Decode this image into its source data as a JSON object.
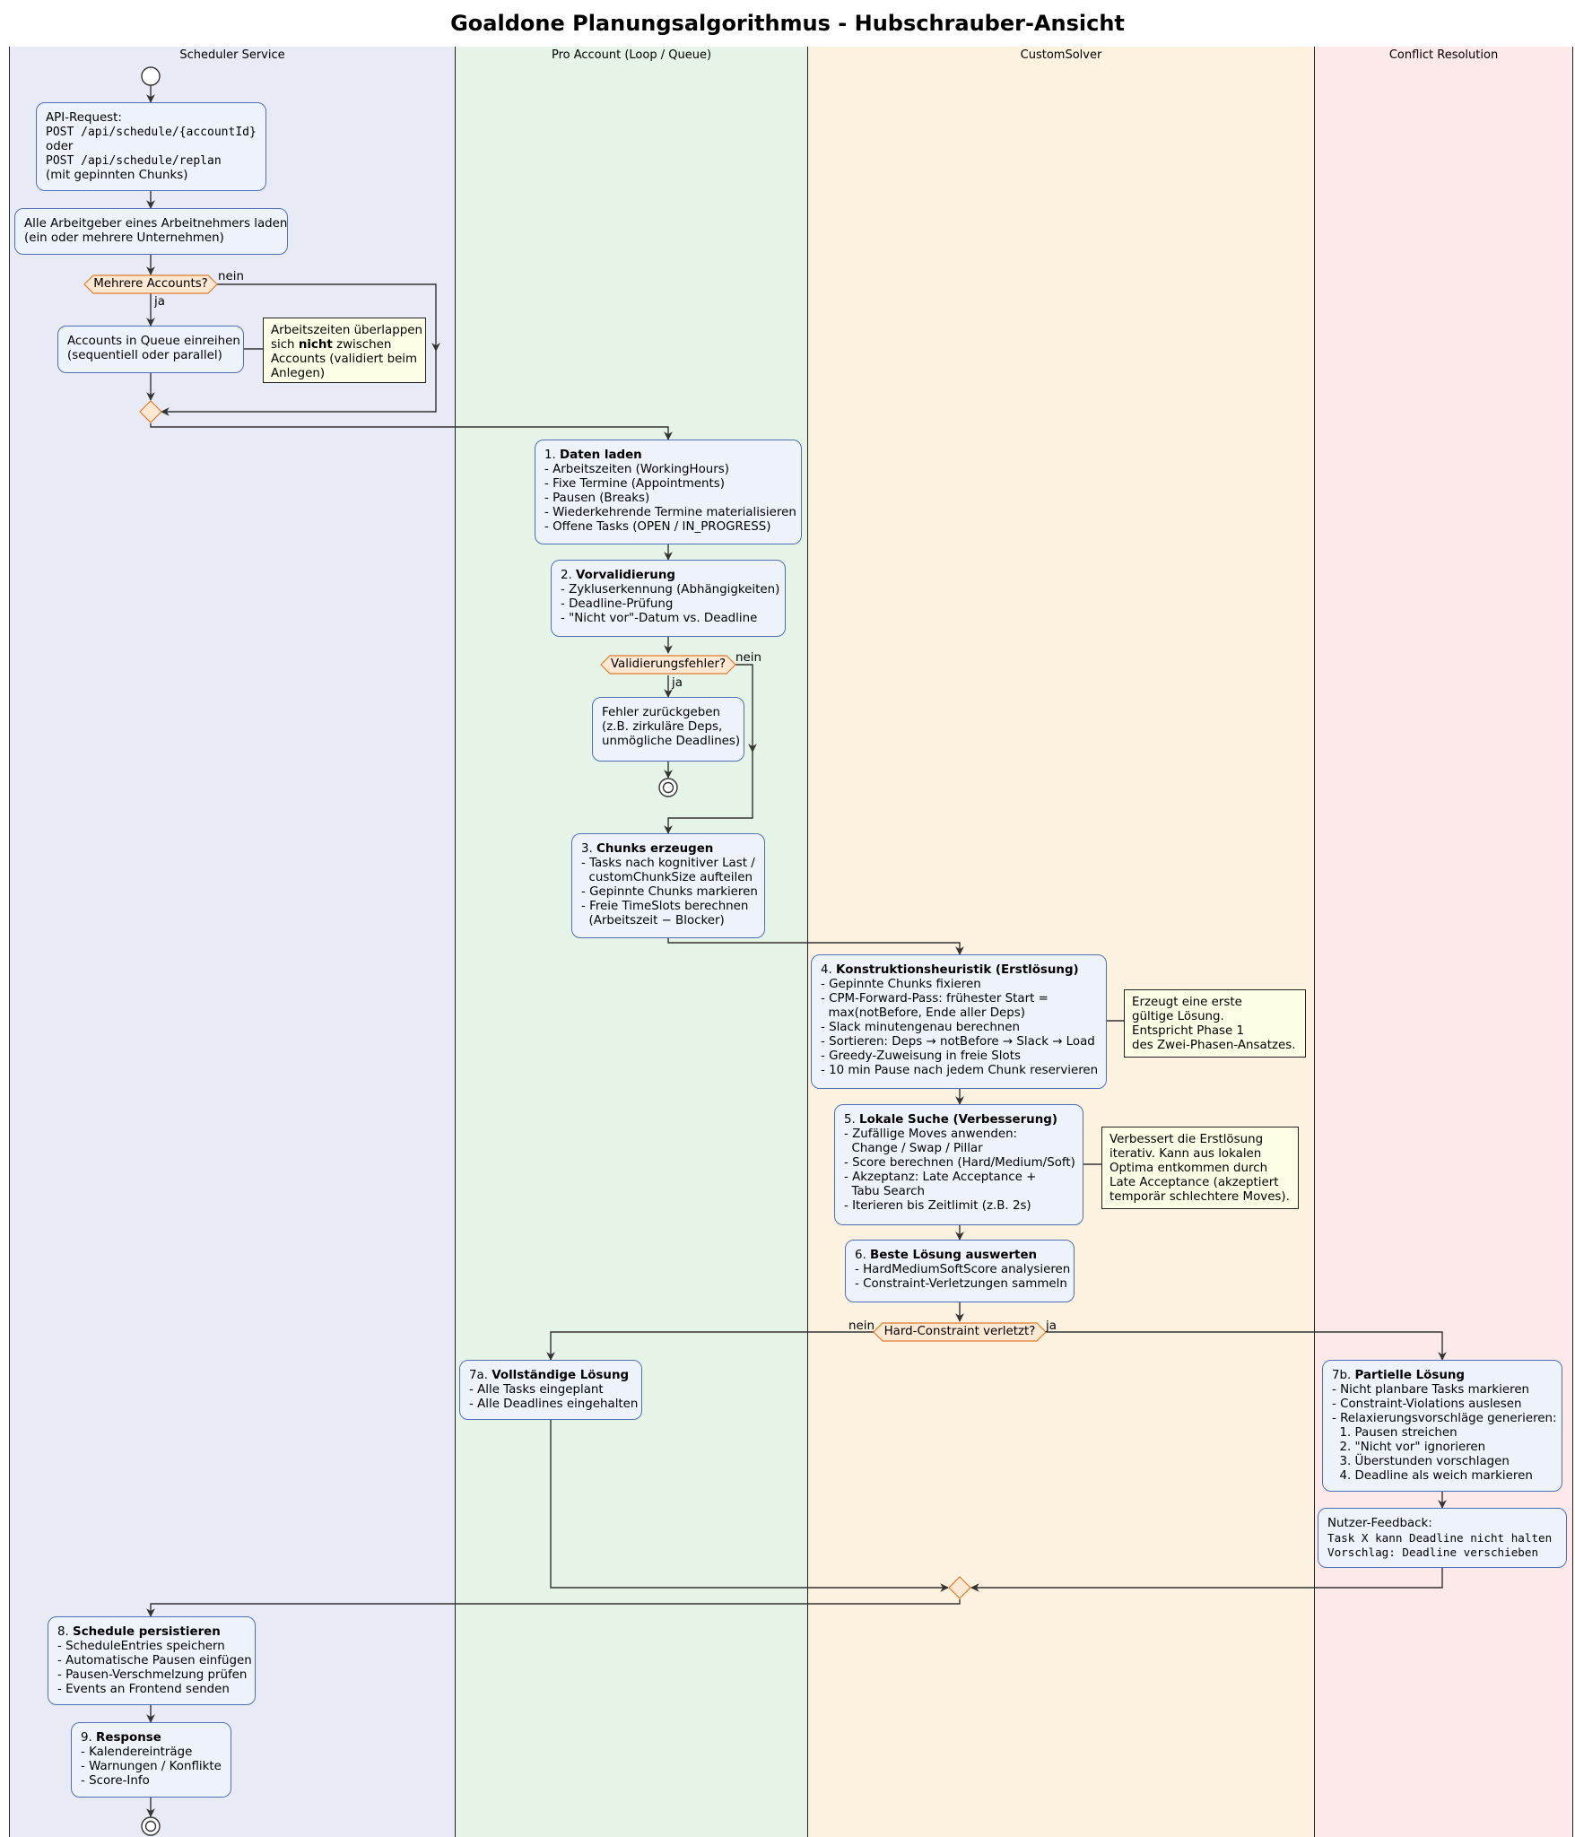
{
  "title": "Goaldone Planungsalgorithmus - Hubschrauber-Ansicht",
  "lanes": [
    {
      "label": "Scheduler Service",
      "color": "#e8eaf6"
    },
    {
      "label": "Pro Account (Loop / Queue)",
      "color": "#e6f4e7"
    },
    {
      "label": "CustomSolver",
      "color": "#fdf1df"
    },
    {
      "label": "Conflict Resolution",
      "color": "#fde8ea"
    }
  ],
  "colors": {
    "box_fill": "#eef3fb",
    "box_border": "#4e6fb8",
    "decision_border": "#e07a2a",
    "note_fill": "#fefee6",
    "line": "#333333"
  },
  "nodes": {
    "api": {
      "lines": [
        "API-Request:",
        "POST /api/schedule/{accountId}",
        "oder",
        "POST /api/schedule/replan",
        "(mit gepinnten Chunks)"
      ]
    },
    "load_employers": {
      "lines": [
        "Alle Arbeitgeber eines Arbeitnehmers laden",
        "(ein oder mehrere Unternehmen)"
      ]
    },
    "dec_accounts": {
      "label": "Mehrere Accounts?"
    },
    "queue": {
      "lines": [
        "Accounts in Queue einreihen",
        "(sequentiell oder parallel)"
      ]
    },
    "note_queue": {
      "line1": "Arbeitszeiten überlappen",
      "line2_pre": "sich ",
      "line2_bold": "nicht",
      "line2_post": " zwischen",
      "line3": "Accounts (validiert beim",
      "line4": "Anlegen)"
    },
    "step1": {
      "num": "1. ",
      "title": "Daten laden",
      "items": [
        "- Arbeitszeiten (WorkingHours)",
        "- Fixe Termine (Appointments)",
        "- Pausen (Breaks)",
        "- Wiederkehrende Termine materialisieren",
        "- Offene Tasks (OPEN / IN_PROGRESS)"
      ]
    },
    "step2": {
      "num": "2. ",
      "title": "Vorvalidierung",
      "items": [
        "- Zykluserkennung (Abhängigkeiten)",
        "- Deadline-Prüfung",
        "- \"Nicht vor\"-Datum vs. Deadline"
      ]
    },
    "dec_validation": {
      "label": "Validierungsfehler?"
    },
    "error": {
      "lines": [
        "Fehler zurückgeben",
        "(z.B. zirkuläre Deps,",
        "unmögliche Deadlines)"
      ]
    },
    "step3": {
      "num": "3. ",
      "title": "Chunks erzeugen",
      "items": [
        "- Tasks nach kognitiver Last /",
        "  customChunkSize aufteilen",
        "- Gepinnte Chunks markieren",
        "- Freie TimeSlots berechnen",
        "  (Arbeitszeit − Blocker)"
      ]
    },
    "step4": {
      "num": "4. ",
      "title": "Konstruktionsheuristik (Erstlösung)",
      "items": [
        "- Gepinnte Chunks fixieren",
        "- CPM-Forward-Pass: frühester Start =",
        "  max(notBefore, Ende aller Deps)",
        "- Slack minutengenau berechnen",
        "- Sortieren: Deps → notBefore → Slack → Load",
        "- Greedy-Zuweisung in freie Slots",
        "- 10 min Pause nach jedem Chunk reservieren"
      ]
    },
    "note4": {
      "lines": [
        "Erzeugt eine erste",
        "gültige Lösung.",
        "Entspricht Phase 1",
        "des Zwei-Phasen-Ansatzes."
      ]
    },
    "step5": {
      "num": "5. ",
      "title": "Lokale Suche (Verbesserung)",
      "items": [
        "- Zufällige Moves anwenden:",
        "  Change / Swap / Pillar",
        "- Score berechnen (Hard/Medium/Soft)",
        "- Akzeptanz: Late Acceptance +",
        "  Tabu Search",
        "- Iterieren bis Zeitlimit (z.B. 2s)"
      ]
    },
    "note5": {
      "lines": [
        "Verbessert die Erstlösung",
        "iterativ. Kann aus lokalen",
        "Optima entkommen durch",
        "Late Acceptance (akzeptiert",
        "temporär schlechtere Moves)."
      ]
    },
    "step6": {
      "num": "6. ",
      "title": "Beste Lösung auswerten",
      "items": [
        "- HardMediumSoftScore analysieren",
        "- Constraint-Verletzungen sammeln"
      ]
    },
    "dec_hard": {
      "label": "Hard-Constraint verletzt?"
    },
    "step7a": {
      "num": "7a. ",
      "title": "Vollständige Lösung",
      "items": [
        "- Alle Tasks eingeplant",
        "- Alle Deadlines eingehalten"
      ]
    },
    "step7b": {
      "num": "7b. ",
      "title": "Partielle Lösung",
      "items": [
        "- Nicht planbare Tasks markieren",
        "- Constraint-Violations auslesen",
        "- Relaxierungsvorschläge generieren:",
        "  1. Pausen streichen",
        "  2. \"Nicht vor\" ignorieren",
        "  3. Überstunden vorschlagen",
        "  4. Deadline als weich markieren"
      ]
    },
    "feedback": {
      "line1": "Nutzer-Feedback:",
      "line2": "Task X kann Deadline nicht halten",
      "line3": "Vorschlag: Deadline verschieben"
    },
    "step8": {
      "num": "8. ",
      "title": "Schedule persistieren",
      "items": [
        "- ScheduleEntries speichern",
        "- Automatische Pausen einfügen",
        "- Pausen-Verschmelzung prüfen",
        "- Events an Frontend senden"
      ]
    },
    "step9": {
      "num": "9. ",
      "title": "Response",
      "items": [
        "- Kalendereinträge",
        "- Warnungen / Konflikte",
        "- Score-Info"
      ]
    }
  },
  "edge_labels": {
    "accounts_no": "nein",
    "accounts_yes": "ja",
    "validation_no": "nein",
    "validation_yes": "ja",
    "hard_no": "nein",
    "hard_yes": "ja"
  }
}
